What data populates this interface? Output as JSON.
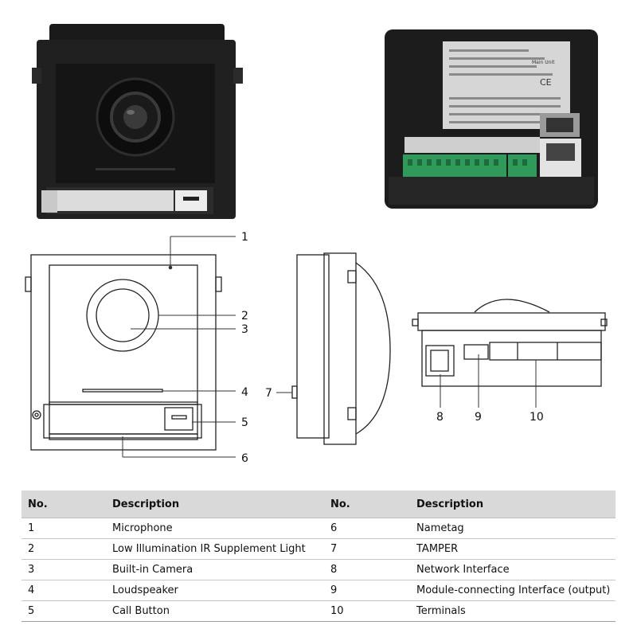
{
  "callouts": {
    "n1": "1",
    "n2": "2",
    "n3": "3",
    "n4": "4",
    "n5": "5",
    "n6": "6",
    "n7": "7",
    "n8": "8",
    "n9": "9",
    "n10": "10"
  },
  "table": {
    "headers": [
      "No.",
      "Description",
      "No.",
      "Description"
    ],
    "rows": [
      [
        "1",
        "Microphone",
        "6",
        "Nametag"
      ],
      [
        "2",
        "Low Illumination IR Supplement Light",
        "7",
        "TAMPER"
      ],
      [
        "3",
        "Built-in Camera",
        "8",
        "Network Interface"
      ],
      [
        "4",
        "Loudspeaker",
        "9",
        "Module-connecting Interface (output)"
      ],
      [
        "5",
        "Call Button",
        "10",
        "Terminals"
      ]
    ]
  },
  "rear_label": {
    "title": "Main Unit",
    "ce": "CE"
  }
}
